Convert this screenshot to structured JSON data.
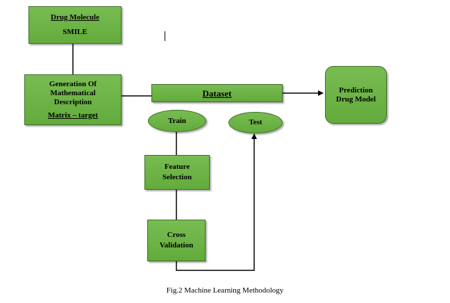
{
  "diagram": {
    "drug_molecule": {
      "title": "Drug Molecule",
      "subtitle": "SMILE"
    },
    "generation": {
      "line1": "Generation Of",
      "line2": "Mathematical",
      "line3": "Description",
      "target": "Matrix – target"
    },
    "dataset": {
      "label": "Dataset"
    },
    "prediction": {
      "line1": "Prediction",
      "line2": "Drug Model"
    },
    "train": {
      "label": "Train"
    },
    "test": {
      "label": "Test"
    },
    "feature_selection": {
      "line1": "Feature",
      "line2": "Selection"
    },
    "cross_validation": {
      "line1": "Cross",
      "line2": "Validation"
    }
  },
  "caption": "Fig.2  Machine Learning Methodology",
  "colors": {
    "node_fill": "#6cb346",
    "node_border": "#3d6e25",
    "connector": "#000000"
  }
}
